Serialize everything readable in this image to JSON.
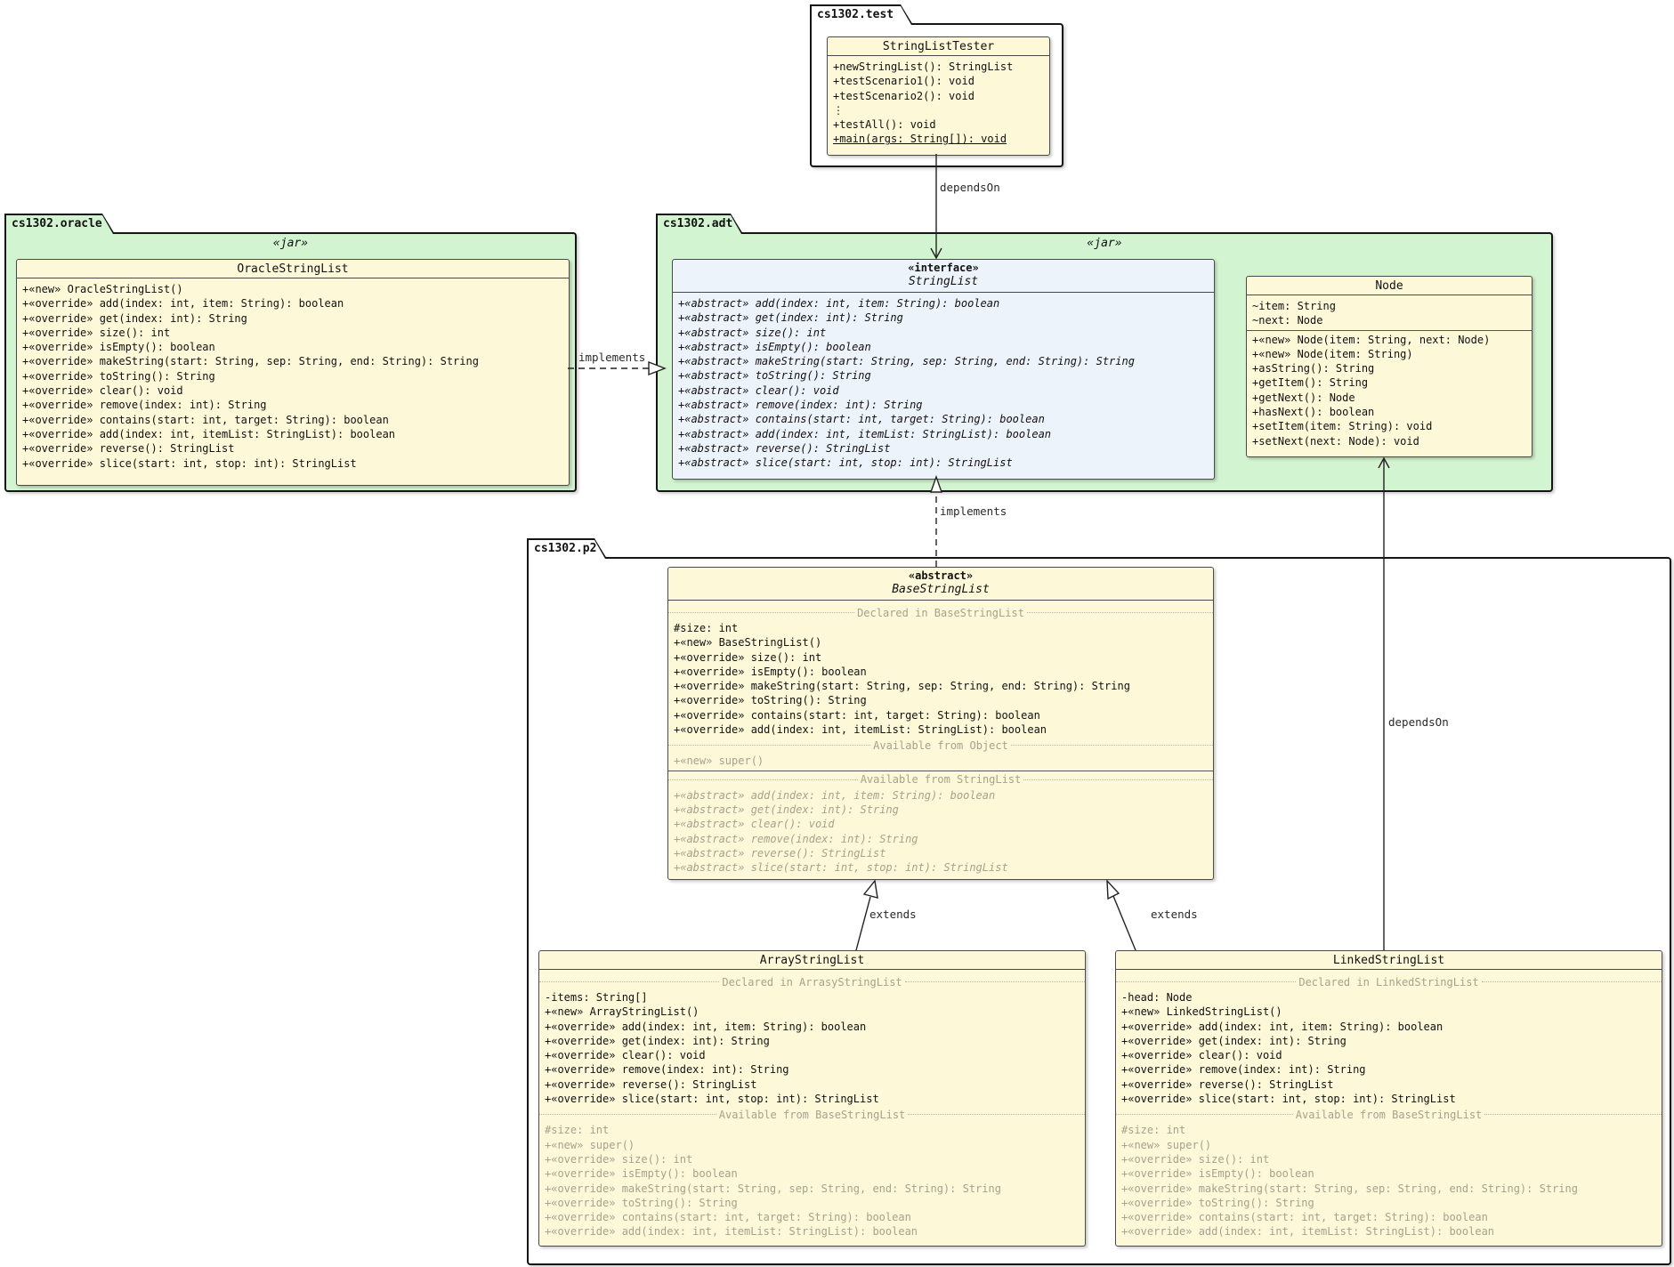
{
  "colors": {
    "package_fill": "#d2f4d0",
    "class_fill": "#fcf8d8",
    "interface_fill": "#ecf3fa",
    "muted_text": "#a6a28f"
  },
  "packages": {
    "test": {
      "name": "cs1302.test"
    },
    "oracle": {
      "name": "cs1302.oracle",
      "stereotype": "«jar»"
    },
    "adt": {
      "name": "cs1302.adt",
      "stereotype": "«jar»"
    },
    "p2": {
      "name": "cs1302.p2"
    }
  },
  "classes": {
    "tester": {
      "title": "StringListTester",
      "members": [
        {
          "text": "+newStringList(): StringList"
        },
        {
          "text": "+testScenario1(): void"
        },
        {
          "text": "+testScenario2(): void"
        },
        {
          "text": "⋮"
        },
        {
          "text": "+testAll(): void"
        },
        {
          "text": "+main(args: String[]): void",
          "style": "underline"
        }
      ]
    },
    "oracle_list": {
      "title": "OracleStringList",
      "members": [
        {
          "text": "+«new» OracleStringList()"
        },
        {
          "text": "+«override» add(index: int, item: String): boolean"
        },
        {
          "text": "+«override» get(index: int): String"
        },
        {
          "text": "+«override» size(): int"
        },
        {
          "text": "+«override» isEmpty(): boolean"
        },
        {
          "text": "+«override» makeString(start: String, sep: String, end: String): String"
        },
        {
          "text": "+«override» toString(): String"
        },
        {
          "text": "+«override» clear(): void"
        },
        {
          "text": "+«override» remove(index: int): String"
        },
        {
          "text": "+«override» contains(start: int, target: String): boolean"
        },
        {
          "text": "+«override» add(index: int, itemList: StringList): boolean"
        },
        {
          "text": "+«override» reverse(): StringList"
        },
        {
          "text": "+«override» slice(start: int, stop: int): StringList"
        }
      ]
    },
    "string_list": {
      "stereotype": "«interface»",
      "title": "StringList",
      "members": [
        {
          "text": "+«abstract» add(index: int, item: String): boolean",
          "style": "italic"
        },
        {
          "text": "+«abstract» get(index: int): String",
          "style": "italic"
        },
        {
          "text": "+«abstract» size(): int",
          "style": "italic"
        },
        {
          "text": "+«abstract» isEmpty(): boolean",
          "style": "italic"
        },
        {
          "text": "+«abstract» makeString(start: String, sep: String, end: String): String",
          "style": "italic"
        },
        {
          "text": "+«abstract» toString(): String",
          "style": "italic"
        },
        {
          "text": "+«abstract» clear(): void",
          "style": "italic"
        },
        {
          "text": "+«abstract» remove(index: int): String",
          "style": "italic"
        },
        {
          "text": "+«abstract» contains(start: int, target: String): boolean",
          "style": "italic"
        },
        {
          "text": "+«abstract» add(index: int, itemList: StringList): boolean",
          "style": "italic"
        },
        {
          "text": "+«abstract» reverse(): StringList",
          "style": "italic"
        },
        {
          "text": "+«abstract» slice(start: int, stop: int): StringList",
          "style": "italic"
        }
      ]
    },
    "node": {
      "title": "Node",
      "members": [
        {
          "text": "~item: String"
        },
        {
          "text": "~next: Node"
        },
        {
          "hr": true
        },
        {
          "text": "+«new» Node(item: String, next: Node)"
        },
        {
          "text": "+«new» Node(item: String)"
        },
        {
          "text": "+asString(): String"
        },
        {
          "text": "+getItem(): String"
        },
        {
          "text": "+getNext(): Node"
        },
        {
          "text": "+hasNext(): boolean"
        },
        {
          "text": "+setItem(item: String): void"
        },
        {
          "text": "+setNext(next: Node): void"
        }
      ]
    },
    "base": {
      "stereotype": "«abstract»",
      "title": "BaseStringList",
      "members": [
        {
          "sep": "Declared in BaseStringList"
        },
        {
          "text": "#size: int"
        },
        {
          "text": "+«new» BaseStringList()"
        },
        {
          "text": "+«override» size(): int"
        },
        {
          "text": "+«override» isEmpty(): boolean"
        },
        {
          "text": "+«override» makeString(start: String, sep: String, end: String): String"
        },
        {
          "text": "+«override» toString(): String"
        },
        {
          "text": "+«override» contains(start: int, target: String): boolean"
        },
        {
          "text": "+«override» add(index: int, itemList: StringList): boolean"
        },
        {
          "sep": "Available from Object"
        },
        {
          "text": "+«new» super()",
          "style": "gray"
        },
        {
          "hr": true
        },
        {
          "sep": "Available from StringList"
        },
        {
          "text": "+«abstract» add(index: int, item: String): boolean",
          "style": "gray italic"
        },
        {
          "text": "+«abstract» get(index: int): String",
          "style": "gray italic"
        },
        {
          "text": "+«abstract» clear(): void",
          "style": "gray italic"
        },
        {
          "text": "+«abstract» remove(index: int): String",
          "style": "gray italic"
        },
        {
          "text": "+«abstract» reverse(): StringList",
          "style": "gray italic"
        },
        {
          "text": "+«abstract» slice(start: int, stop: int): StringList",
          "style": "gray italic"
        }
      ]
    },
    "array": {
      "title": "ArrayStringList",
      "members": [
        {
          "sep": "Declared in ArrasyStringList"
        },
        {
          "text": "-items: String[]"
        },
        {
          "text": "+«new» ArrayStringList()"
        },
        {
          "text": "+«override» add(index: int, item: String): boolean"
        },
        {
          "text": "+«override» get(index: int): String"
        },
        {
          "text": "+«override» clear(): void"
        },
        {
          "text": "+«override» remove(index: int): String"
        },
        {
          "text": "+«override» reverse(): StringList"
        },
        {
          "text": "+«override» slice(start: int, stop: int): StringList"
        },
        {
          "sep": "Available from BaseStringList"
        },
        {
          "text": "#size: int",
          "style": "gray"
        },
        {
          "text": "+«new» super()",
          "style": "gray"
        },
        {
          "text": "+«override» size(): int",
          "style": "gray"
        },
        {
          "text": "+«override» isEmpty(): boolean",
          "style": "gray"
        },
        {
          "text": "+«override» makeString(start: String, sep: String, end: String): String",
          "style": "gray"
        },
        {
          "text": "+«override» toString(): String",
          "style": "gray"
        },
        {
          "text": "+«override» contains(start: int, target: String): boolean",
          "style": "gray"
        },
        {
          "text": "+«override» add(index: int, itemList: StringList): boolean",
          "style": "gray"
        }
      ]
    },
    "linked": {
      "title": "LinkedStringList",
      "members": [
        {
          "sep": "Declared in LinkedStringList"
        },
        {
          "text": "-head: Node"
        },
        {
          "text": "+«new» LinkedStringList()"
        },
        {
          "text": "+«override» add(index: int, item: String): boolean"
        },
        {
          "text": "+«override» get(index: int): String"
        },
        {
          "text": "+«override» clear(): void"
        },
        {
          "text": "+«override» remove(index: int): String"
        },
        {
          "text": "+«override» reverse(): StringList"
        },
        {
          "text": "+«override» slice(start: int, stop: int): StringList"
        },
        {
          "sep": "Available from BaseStringList"
        },
        {
          "text": "#size: int",
          "style": "gray"
        },
        {
          "text": "+«new» super()",
          "style": "gray"
        },
        {
          "text": "+«override» size(): int",
          "style": "gray"
        },
        {
          "text": "+«override» isEmpty(): boolean",
          "style": "gray"
        },
        {
          "text": "+«override» makeString(start: String, sep: String, end: String): String",
          "style": "gray"
        },
        {
          "text": "+«override» toString(): String",
          "style": "gray"
        },
        {
          "text": "+«override» contains(start: int, target: String): boolean",
          "style": "gray"
        },
        {
          "text": "+«override» add(index: int, itemList: StringList): boolean",
          "style": "gray"
        }
      ]
    }
  },
  "edges": {
    "test_depends": {
      "label": "dependsOn"
    },
    "oracle_implements": {
      "label": "implements"
    },
    "base_implements": {
      "label": "implements"
    },
    "array_extends": {
      "label": "extends"
    },
    "linked_extends": {
      "label": "extends"
    },
    "linked_depends": {
      "label": "dependsOn"
    }
  }
}
